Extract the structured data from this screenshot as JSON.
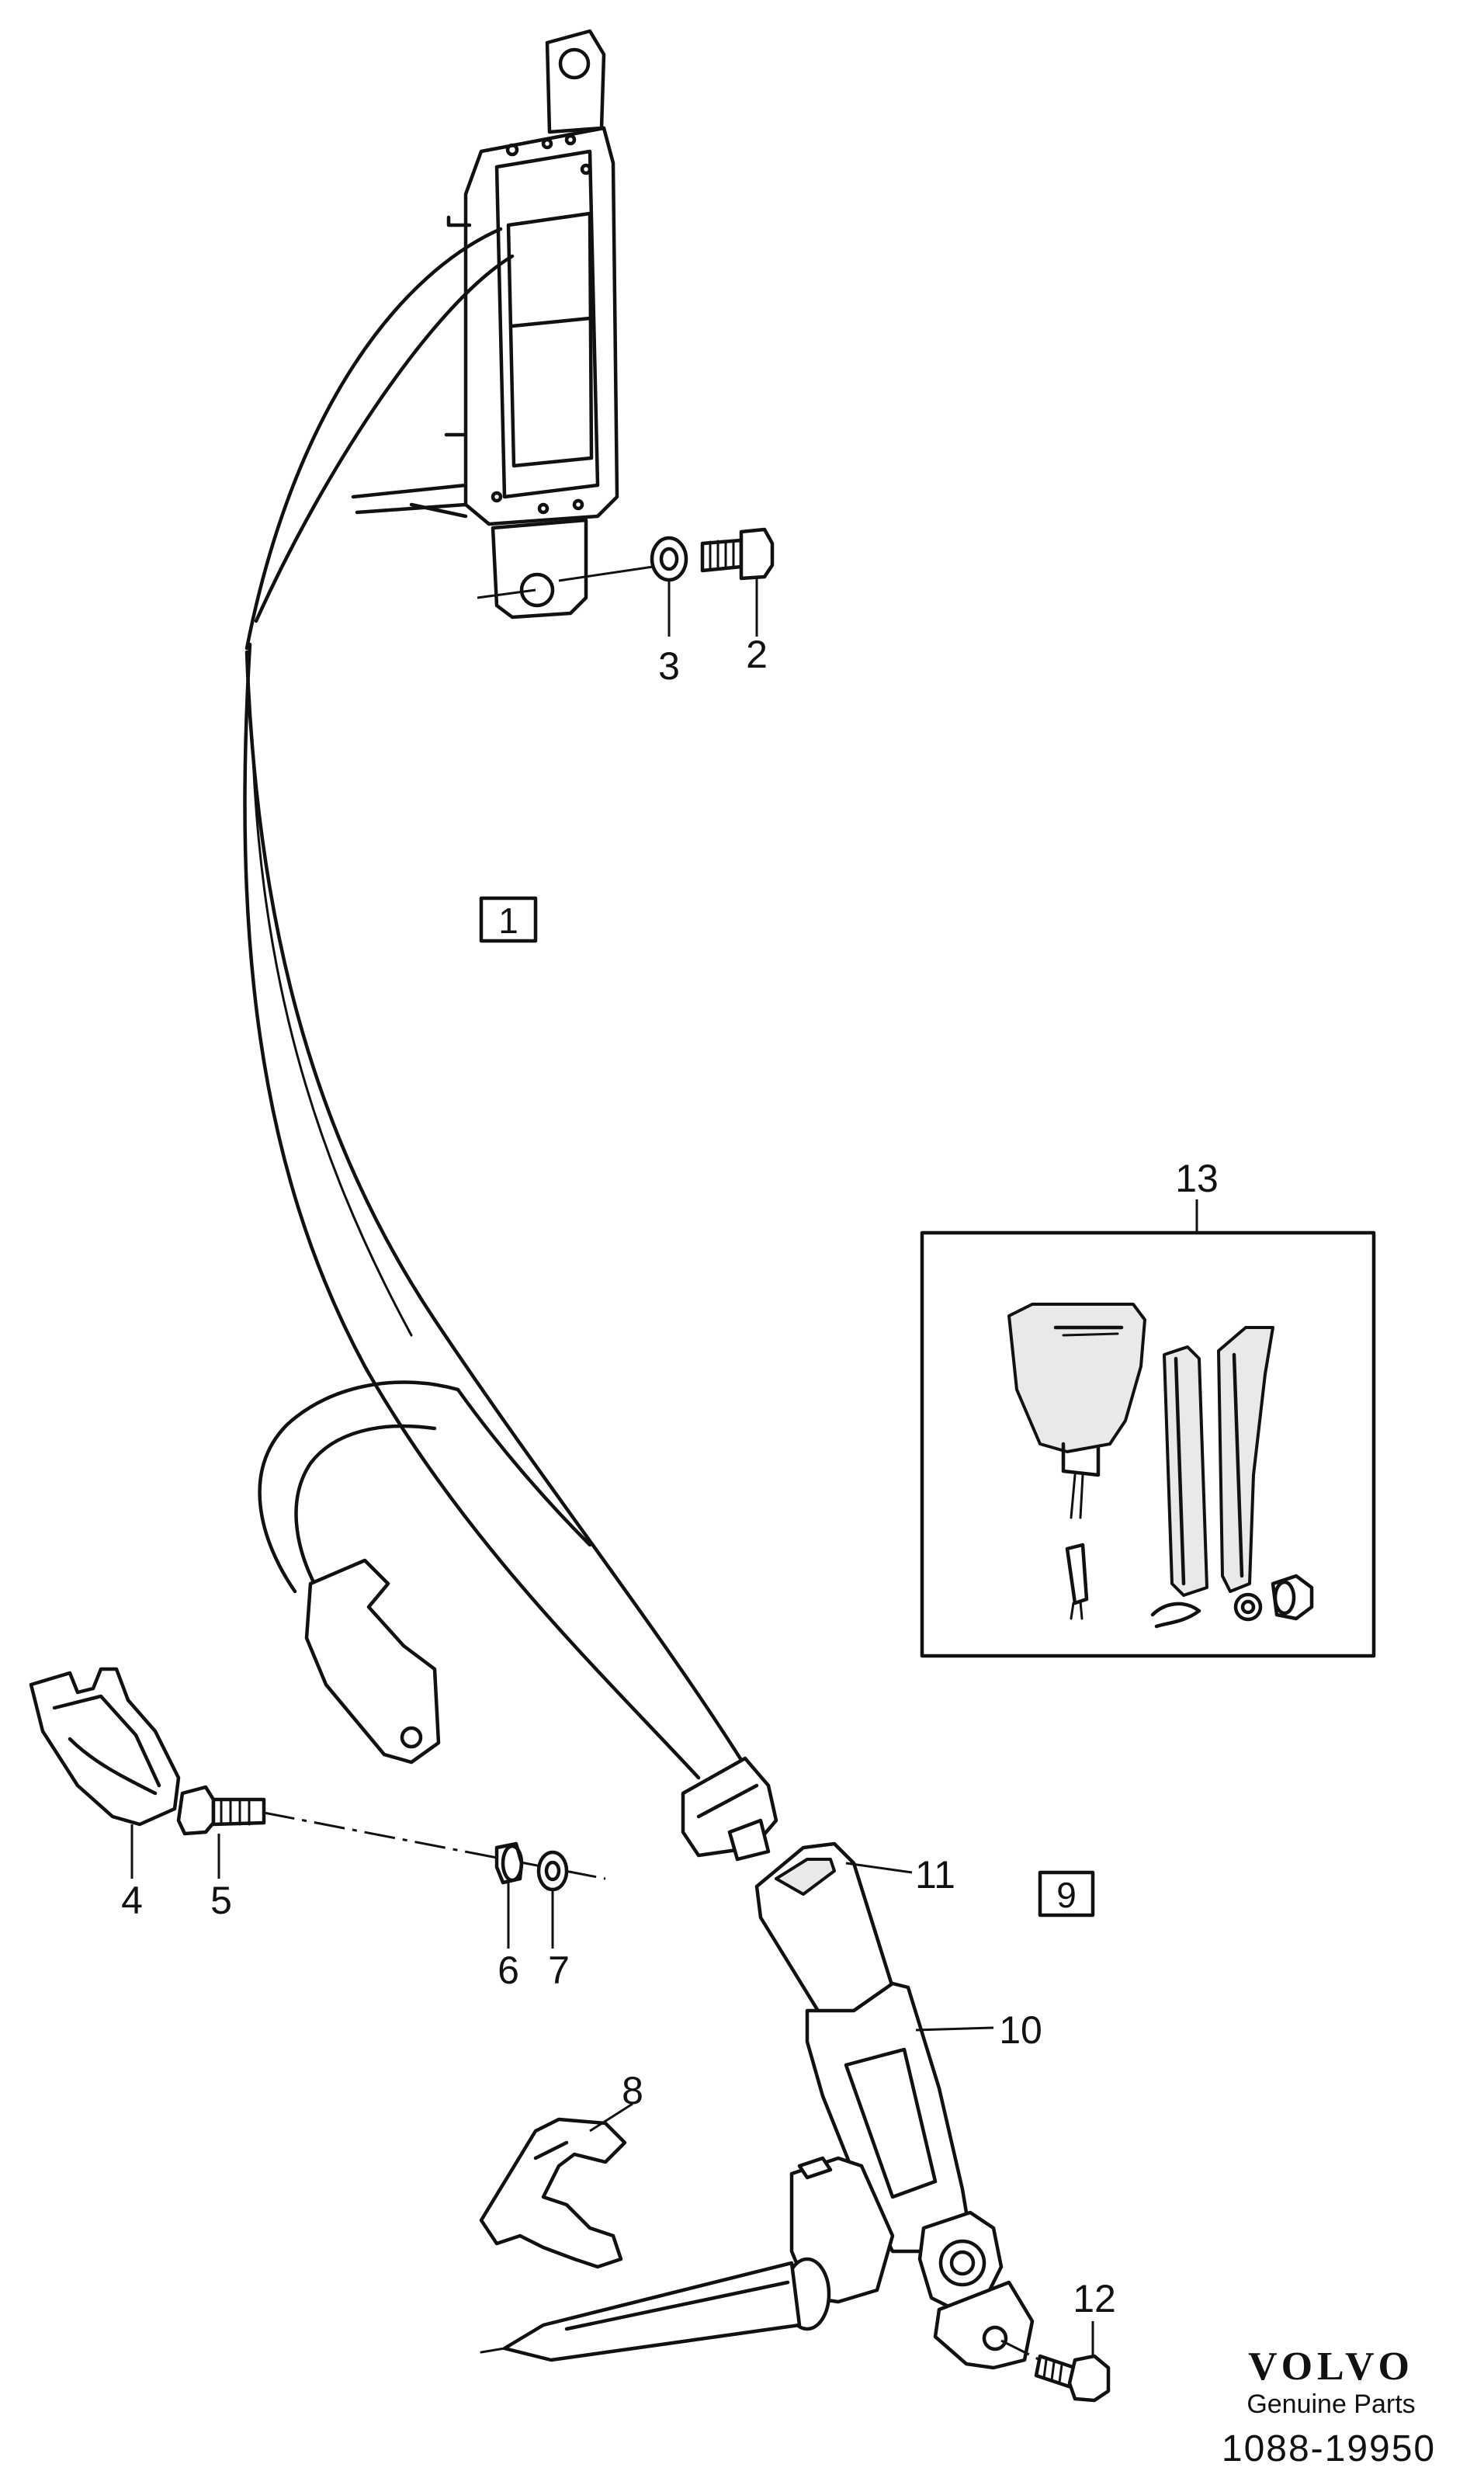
{
  "callouts": {
    "c1": "1",
    "c2": "2",
    "c3": "3",
    "c4": "4",
    "c5": "5",
    "c6": "6",
    "c7": "7",
    "c8": "8",
    "c9": "9",
    "c10": "10",
    "c11": "11",
    "c12": "12",
    "c13": "13"
  },
  "brand": {
    "name": "VOLVO",
    "tagline": "Genuine Parts",
    "code": "1088-19950"
  }
}
